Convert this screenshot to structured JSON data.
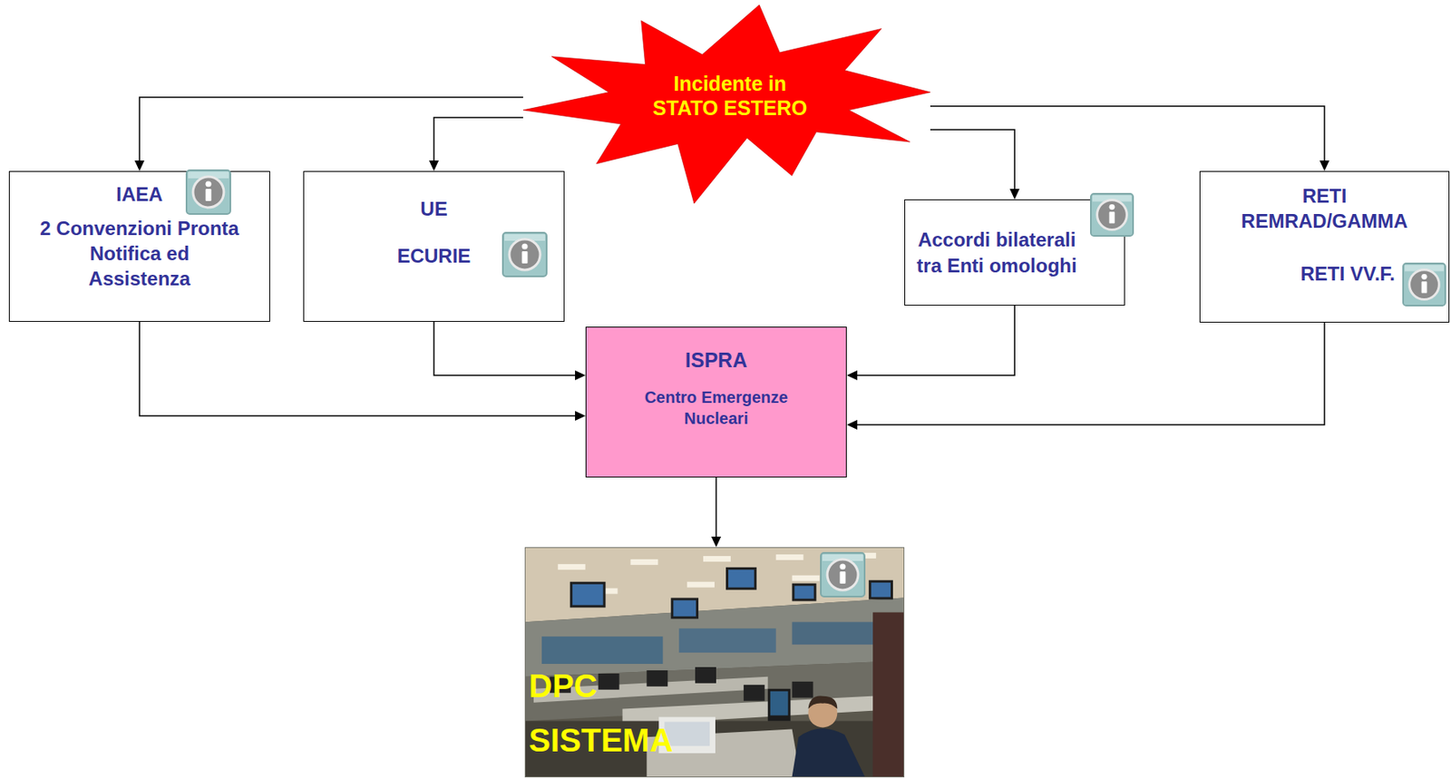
{
  "diagram": {
    "nodes": [
      {
        "text": [
          "Incidente in STATO ESTERO"
        ]
      },
      {
        "text": [
          "IAEA",
          "2 Convenzioni Pronta Notifica ed Assistenza"
        ]
      },
      {
        "text": [
          "UE",
          "ECURIE"
        ]
      },
      {
        "text": [
          "Accordi bilaterali tra Enti omologhi"
        ]
      },
      {
        "text": [
          "RETI REMRAD/GAMMA",
          "RETI VV.F."
        ]
      },
      {
        "text": [
          "ISPRA",
          "Centro Emergenze Nucleari"
        ]
      },
      {
        "text": [
          "DPC",
          "SISTEMA"
        ]
      }
    ],
    "edges": [
      {
        "from": 0,
        "to": 1,
        "arrow": "to"
      },
      {
        "from": 0,
        "to": 2,
        "arrow": "to"
      },
      {
        "from": 0,
        "to": 3,
        "arrow": "to"
      },
      {
        "from": 0,
        "to": 4,
        "arrow": "to"
      },
      {
        "from": 1,
        "to": 5,
        "arrow": "to"
      },
      {
        "from": 2,
        "to": 5,
        "arrow": "to"
      },
      {
        "from": 3,
        "to": 5,
        "arrow": "to"
      },
      {
        "from": 4,
        "to": 5,
        "arrow": "to"
      },
      {
        "from": 5,
        "to": 6,
        "arrow": "to"
      }
    ]
  }
}
